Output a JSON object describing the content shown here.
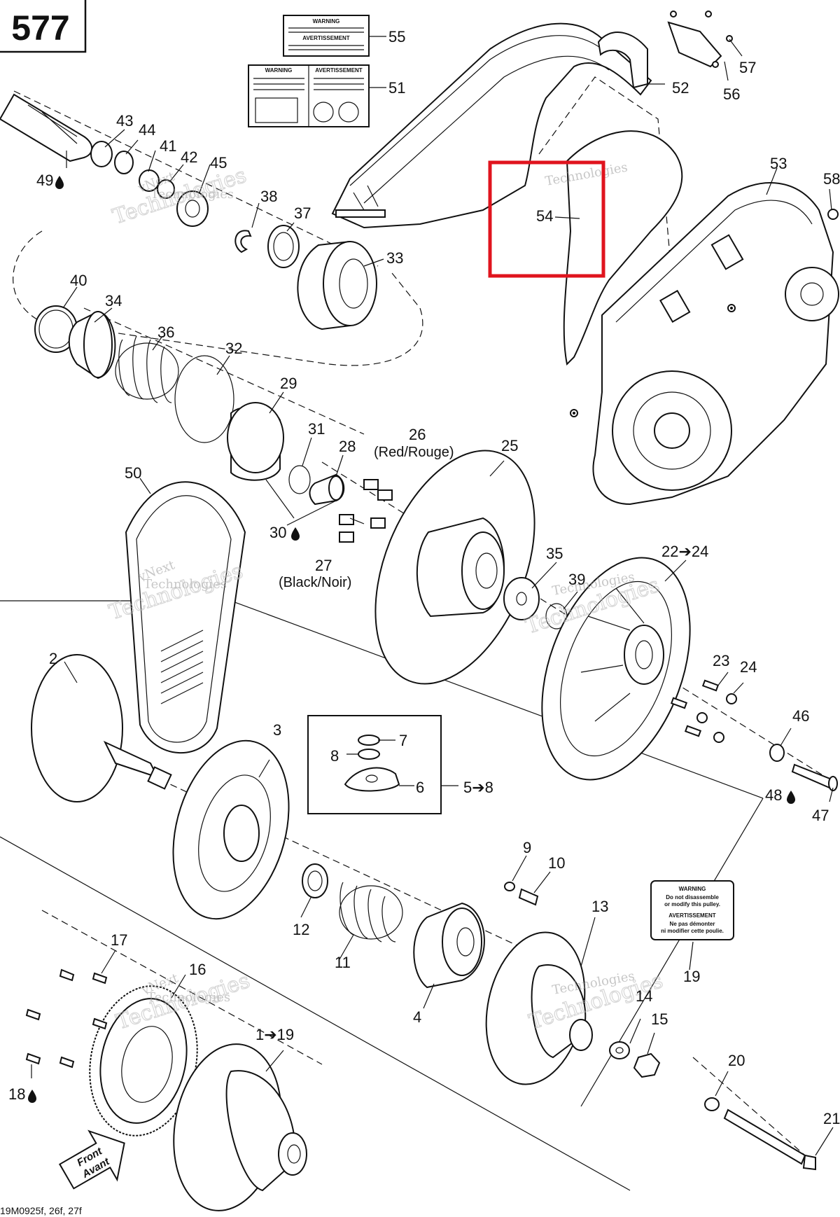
{
  "page_number": "577",
  "highlight_label": "54",
  "footer_code": "19M0925f, 26f, 27f",
  "front_label_1": "Front",
  "front_label_2": "Avant",
  "watermark": {
    "line1": "vNext",
    "line2": "Technologies"
  },
  "labels": {
    "red_rouge": "(Red/Rouge)",
    "black_noir": "(Black/Noir)"
  },
  "decal_55": {
    "title1": "WARNING",
    "title2": "AVERTISSEMENT"
  },
  "decal_51": {
    "title1": "WARNING",
    "title2": "AVERTISSEMENT"
  },
  "decal_19": {
    "title1": "WARNING",
    "line1": "Do not disassemble",
    "line2": "or modify this pulley.",
    "title2": "AVERTISSEMENT",
    "line3": "Ne pas démonter",
    "line4": "ni modifier cette poulie."
  },
  "callouts": [
    {
      "id": "c55",
      "text": "55"
    },
    {
      "id": "c51",
      "text": "51"
    },
    {
      "id": "c52",
      "text": "52"
    },
    {
      "id": "c56",
      "text": "56"
    },
    {
      "id": "c57",
      "text": "57"
    },
    {
      "id": "c53",
      "text": "53"
    },
    {
      "id": "c58",
      "text": "58"
    },
    {
      "id": "c43",
      "text": "43"
    },
    {
      "id": "c44",
      "text": "44"
    },
    {
      "id": "c41",
      "text": "41"
    },
    {
      "id": "c42",
      "text": "42"
    },
    {
      "id": "c45",
      "text": "45"
    },
    {
      "id": "c49",
      "text": "49"
    },
    {
      "id": "c38",
      "text": "38"
    },
    {
      "id": "c37",
      "text": "37"
    },
    {
      "id": "c33",
      "text": "33"
    },
    {
      "id": "c40",
      "text": "40"
    },
    {
      "id": "c34",
      "text": "34"
    },
    {
      "id": "c36",
      "text": "36"
    },
    {
      "id": "c32",
      "text": "32"
    },
    {
      "id": "c29",
      "text": "29"
    },
    {
      "id": "c31",
      "text": "31"
    },
    {
      "id": "c28",
      "text": "28"
    },
    {
      "id": "c26",
      "text": "26"
    },
    {
      "id": "c25",
      "text": "25"
    },
    {
      "id": "c50",
      "text": "50"
    },
    {
      "id": "c30",
      "text": "30"
    },
    {
      "id": "c27",
      "text": "27"
    },
    {
      "id": "c35",
      "text": "35"
    },
    {
      "id": "c39",
      "text": "39"
    },
    {
      "id": "c22",
      "text": "22➔24"
    },
    {
      "id": "c2",
      "text": "2"
    },
    {
      "id": "c23",
      "text": "23"
    },
    {
      "id": "c24",
      "text": "24"
    },
    {
      "id": "c46",
      "text": "46"
    },
    {
      "id": "c48",
      "text": "48"
    },
    {
      "id": "c47",
      "text": "47"
    },
    {
      "id": "c3",
      "text": "3"
    },
    {
      "id": "c7",
      "text": "7"
    },
    {
      "id": "c8",
      "text": "8"
    },
    {
      "id": "c6",
      "text": "6"
    },
    {
      "id": "c5",
      "text": "5➔8"
    },
    {
      "id": "c9",
      "text": "9"
    },
    {
      "id": "c10",
      "text": "10"
    },
    {
      "id": "c12",
      "text": "12"
    },
    {
      "id": "c13",
      "text": "13"
    },
    {
      "id": "c11",
      "text": "11"
    },
    {
      "id": "c19",
      "text": "19"
    },
    {
      "id": "c4",
      "text": "4"
    },
    {
      "id": "c17",
      "text": "17"
    },
    {
      "id": "c16",
      "text": "16"
    },
    {
      "id": "c14",
      "text": "14"
    },
    {
      "id": "c15",
      "text": "15"
    },
    {
      "id": "c1",
      "text": "1➔19"
    },
    {
      "id": "c20",
      "text": "20"
    },
    {
      "id": "c18",
      "text": "18"
    },
    {
      "id": "c21",
      "text": "21"
    }
  ]
}
